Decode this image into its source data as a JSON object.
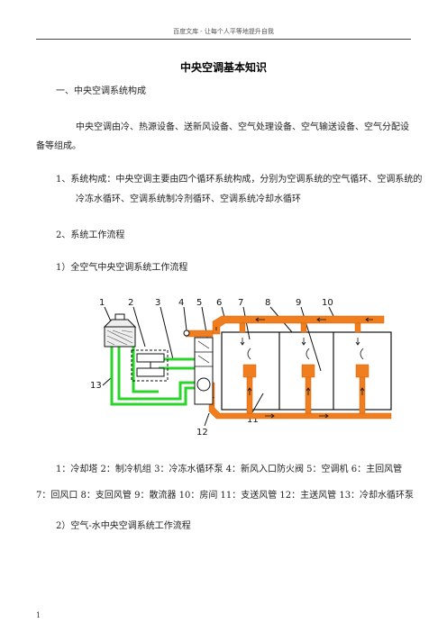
{
  "header": {
    "text": "百度文库 - 让每个人平等地提升自我"
  },
  "title": "中央空调基本知识",
  "section1": "一、中央空调系统构成",
  "para1": "中央空调由冷、热源设备、送新风设备、空气处理设备、空气输送设备、空气分配设备等组成。",
  "item1_line1": "1、系统构成：中央空调主要由四个循环系统构成，分别为空调系统的空气循环、空调系统的",
  "item1_line2": "冷冻水循环、空调系统制冷剂循环、空调系统冷却水循环",
  "item2": "2、系统工作流程",
  "item2_1": "1）全空气中央空调系统工作流程",
  "diagram": {
    "labels": [
      "1",
      "2",
      "3",
      "4",
      "5",
      "6",
      "7",
      "8",
      "9",
      "10",
      "11",
      "12",
      "13"
    ],
    "colors": {
      "air_duct": "#F07D1E",
      "water_pipe": "#2BD42B",
      "line": "#111111"
    }
  },
  "caption_line1": "1：冷却塔 2：制冷机组 3：冷冻水循环泵 4：新风入口防火阀 5：空调机 6：主回风管",
  "caption_line2": "7：回风口 8：支回风管 9：散流器 10：房间 11：支送风管 12：主送风管 13：冷却水循环泵",
  "item2_2": "2）空气-水中央空调系统工作流程",
  "page_number": "1"
}
